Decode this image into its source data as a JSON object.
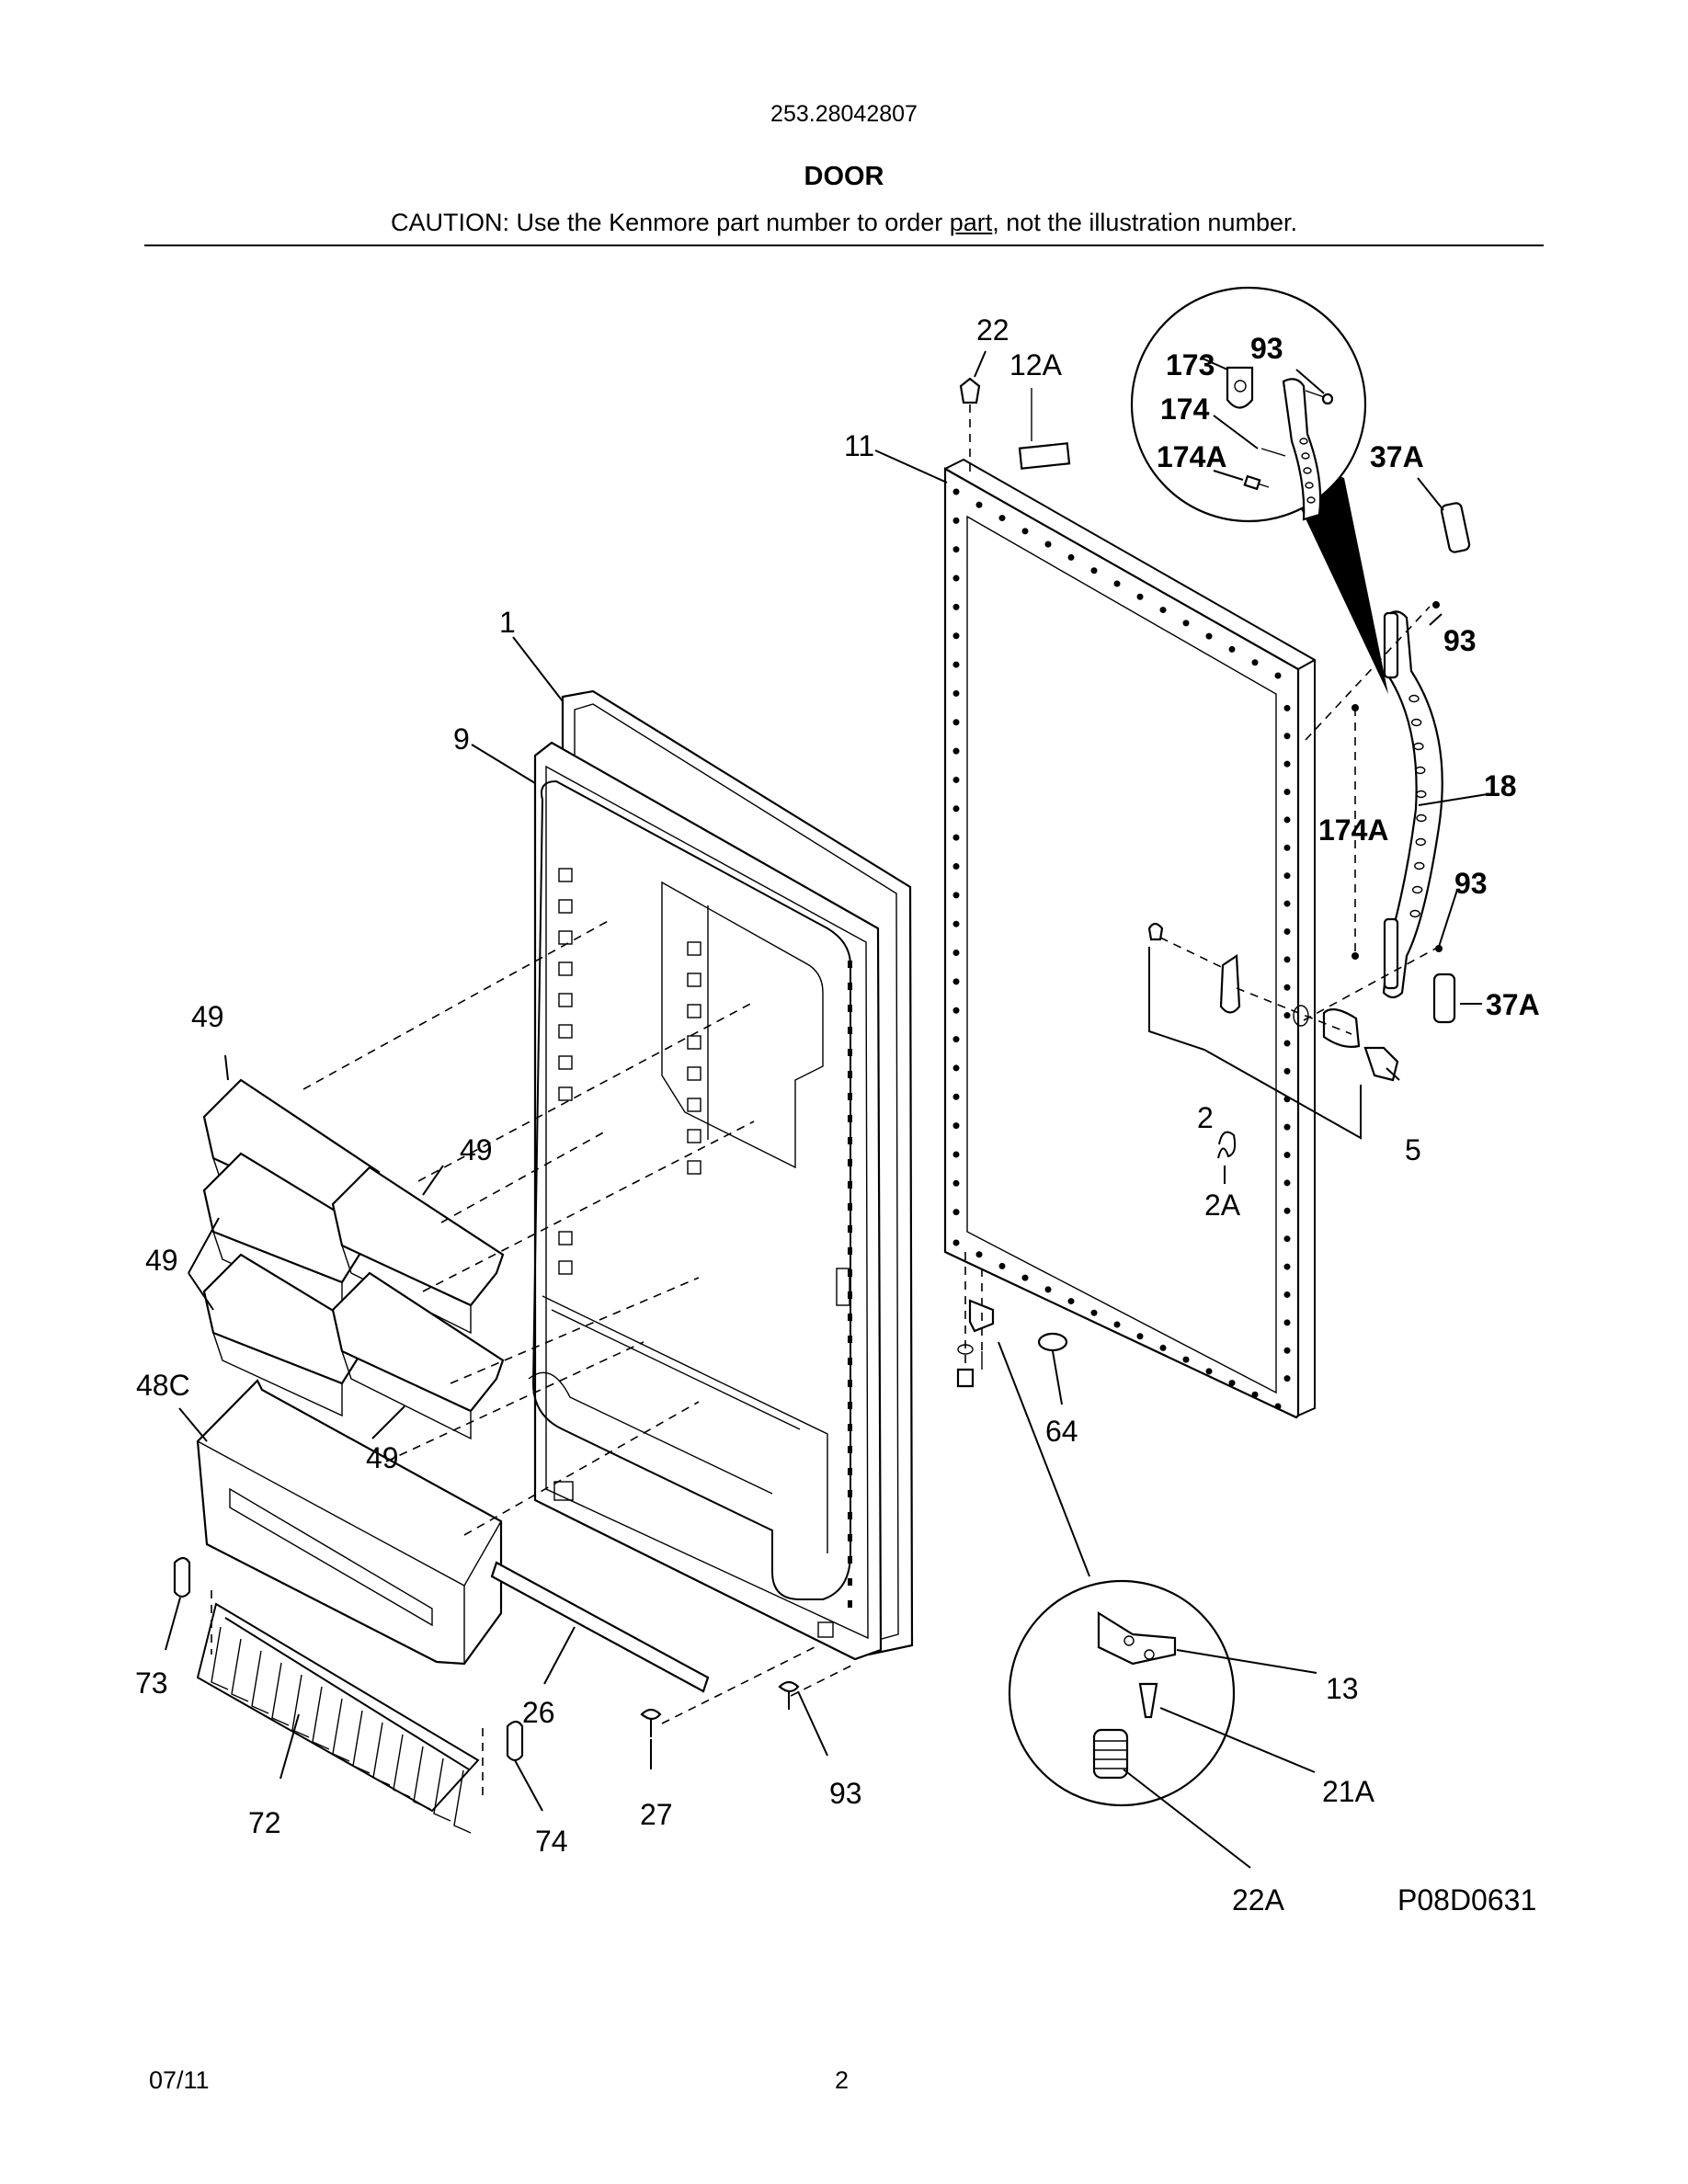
{
  "header": {
    "model_number": "253.28042807",
    "section_title": "DOOR",
    "caution_pre": "CAUTION: Use the Kenmore part number to order ",
    "caution_link": "part",
    "caution_post": ", not the illustration number."
  },
  "diagram_id": "P08D0631",
  "footer": {
    "date": "07/11",
    "page": "2"
  },
  "callouts": {
    "c22": "22",
    "c12A": "12A",
    "c11": "11",
    "c173": "173",
    "c93a": "93",
    "c174": "174",
    "c174Aa": "174A",
    "c37Aa": "37A",
    "c93b": "93",
    "c18": "18",
    "c174Ab": "174A",
    "c93c": "93",
    "c37Ab": "37A",
    "c1": "1",
    "c9": "9",
    "c49a": "49",
    "c49b": "49",
    "c49c": "49",
    "c49d": "49",
    "c48C": "48C",
    "c2": "2",
    "c5": "5",
    "c2A": "2A",
    "c64": "64",
    "c73": "73",
    "c72": "72",
    "c26": "26",
    "c27": "27",
    "c93d": "93",
    "c74": "74",
    "c13": "13",
    "c21A": "21A",
    "c22A": "22A"
  }
}
